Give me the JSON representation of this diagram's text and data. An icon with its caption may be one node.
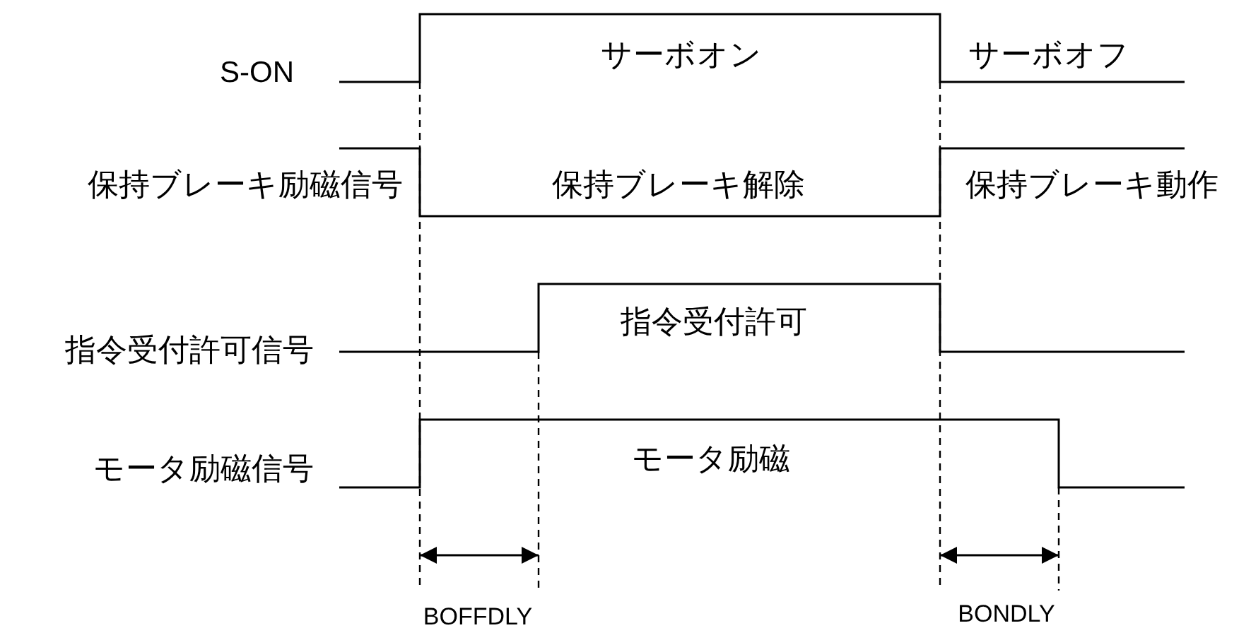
{
  "diagram": {
    "labels": [
      "S-ON",
      "サーボオン",
      "サーボオフ",
      "保持ブレーキ励磁信号",
      "保持ブレーキ解除",
      "保持ブレーキ動作",
      "指令受付許可信号",
      "指令受付許可",
      "モータ励磁信号",
      "モータ励磁",
      "BOFFDLY",
      "BONDLY"
    ]
  }
}
